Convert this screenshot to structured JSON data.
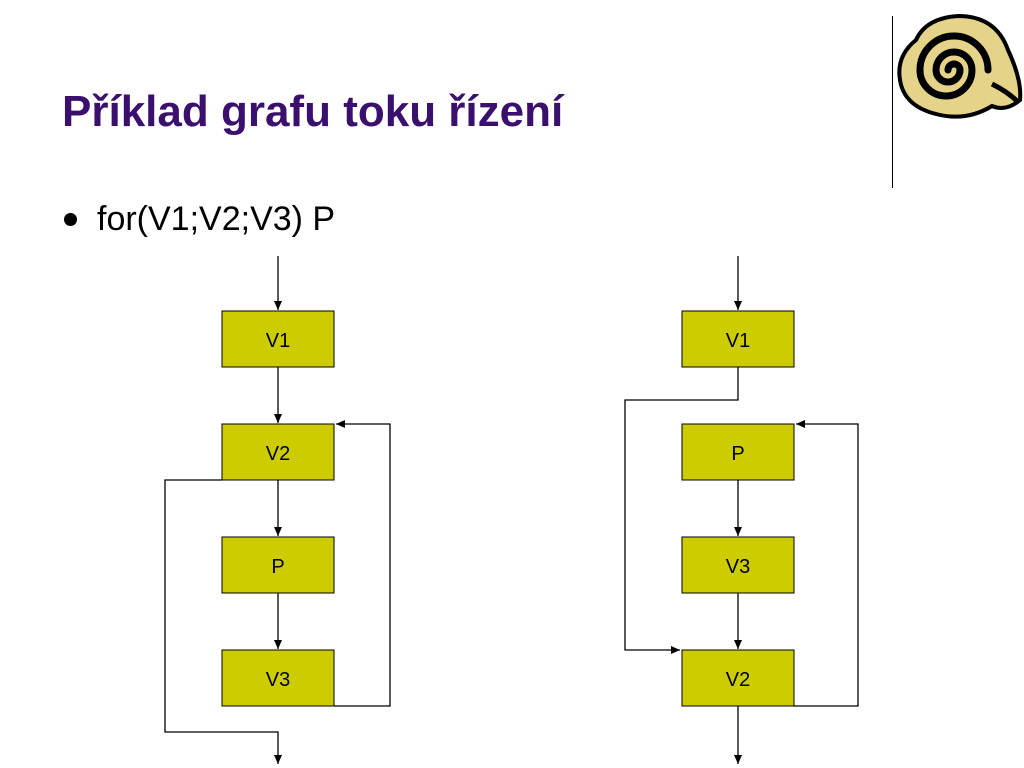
{
  "slide": {
    "title": "Příklad grafu toku řízení",
    "bullet": "for(V1;V2;V3) P",
    "logo_icon": "spiral-shell-icon"
  },
  "diagrams": [
    {
      "boxes": [
        "V1",
        "V2",
        "P",
        "V3"
      ]
    },
    {
      "boxes": [
        "V1",
        "P",
        "V3",
        "V2"
      ]
    }
  ],
  "colors": {
    "title": "#3a0f6e",
    "box_fill": "#cccc00"
  }
}
